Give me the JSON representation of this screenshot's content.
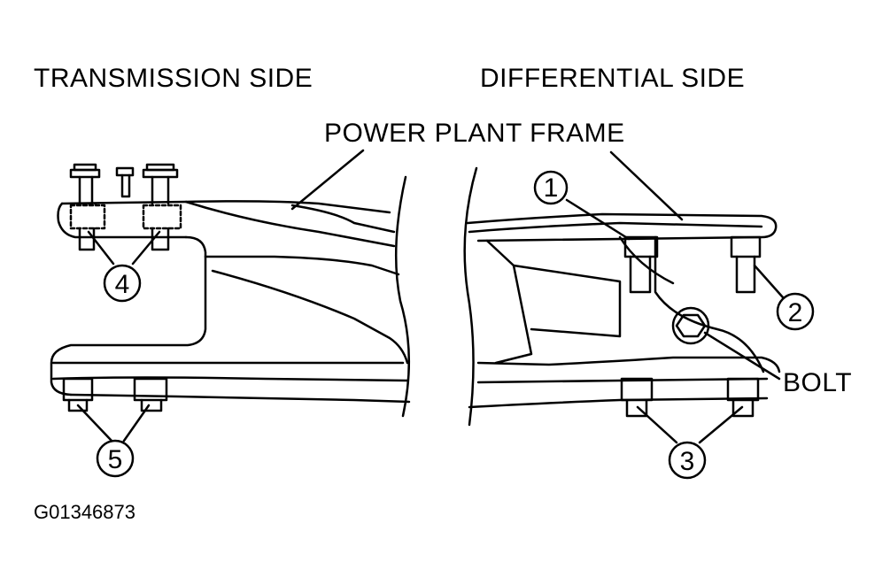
{
  "labels": {
    "transmission_side": "TRANSMISSION SIDE",
    "differential_side": "DIFFERENTIAL SIDE",
    "power_plant_frame": "POWER PLANT FRAME",
    "bolt": "BOLT",
    "figure_code": "G01346873"
  },
  "callouts": [
    "1",
    "2",
    "3",
    "4",
    "5"
  ]
}
